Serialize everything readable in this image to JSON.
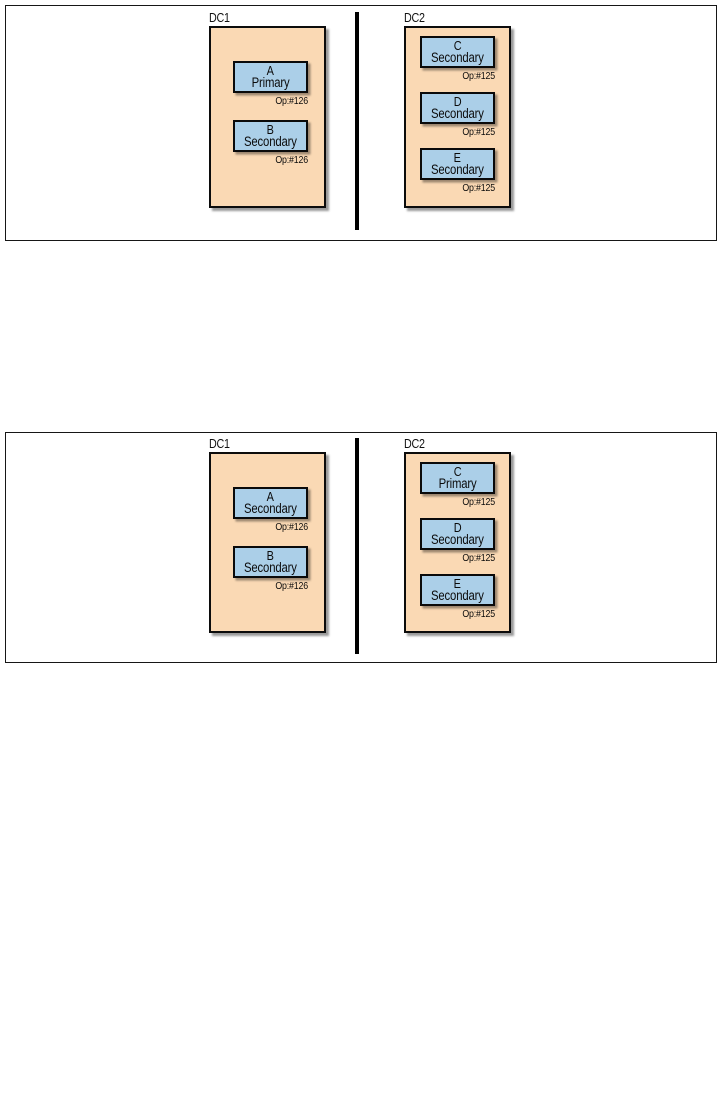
{
  "figures": [
    {
      "id": "figure-1",
      "caption": "",
      "groups": [
        {
          "label": "DC1",
          "nodes": [
            {
              "name": "A",
              "role": "Primary",
              "op": "Op:#126"
            },
            {
              "name": "B",
              "role": "Secondary",
              "op": "Op:#126"
            }
          ]
        },
        {
          "label": "DC2",
          "nodes": [
            {
              "name": "C",
              "role": "Secondary",
              "op": "Op:#125"
            },
            {
              "name": "D",
              "role": "Secondary",
              "op": "Op:#125"
            },
            {
              "name": "E",
              "role": "Secondary",
              "op": "Op:#125"
            }
          ]
        }
      ]
    },
    {
      "id": "figure-2",
      "caption": "",
      "groups": [
        {
          "label": "DC1",
          "nodes": [
            {
              "name": "A",
              "role": "Secondary",
              "op": "Op:#126"
            },
            {
              "name": "B",
              "role": "Secondary",
              "op": "Op:#126"
            }
          ]
        },
        {
          "label": "DC2",
          "nodes": [
            {
              "name": "C",
              "role": "Primary",
              "op": "Op:#125"
            },
            {
              "name": "D",
              "role": "Secondary",
              "op": "Op:#125"
            },
            {
              "name": "E",
              "role": "Secondary",
              "op": "Op:#125"
            }
          ]
        }
      ]
    }
  ],
  "colors": {
    "datacenter_fill": "#FAD9B4",
    "node_fill": "#ABCFE8",
    "stroke": "#0a0a0a",
    "page_background": "#FFFFFF"
  }
}
